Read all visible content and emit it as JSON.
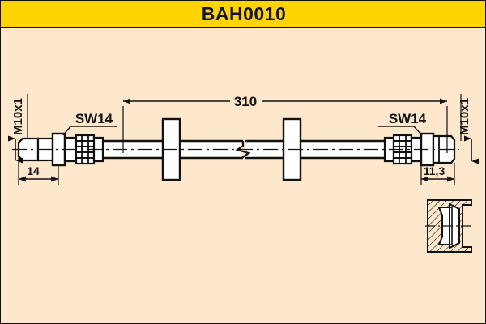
{
  "header": {
    "title": "BAH0010",
    "background_color": "#ffd400",
    "text_color": "#131340"
  },
  "drawing": {
    "background_color": "#fde8cd",
    "line_color": "#111111",
    "part_fill_color": "#ffffff",
    "labels": {
      "thread_left": "M10x1",
      "thread_right": "M10x1",
      "hex_left": "SW14",
      "hex_right": "SW14",
      "overall_length": "310",
      "end_length_left": "14",
      "end_length_right": "11,3"
    },
    "views": {
      "main_view_name": "brake-hose-assembly",
      "detail_view_name": "end-fitting-section-detail"
    }
  }
}
